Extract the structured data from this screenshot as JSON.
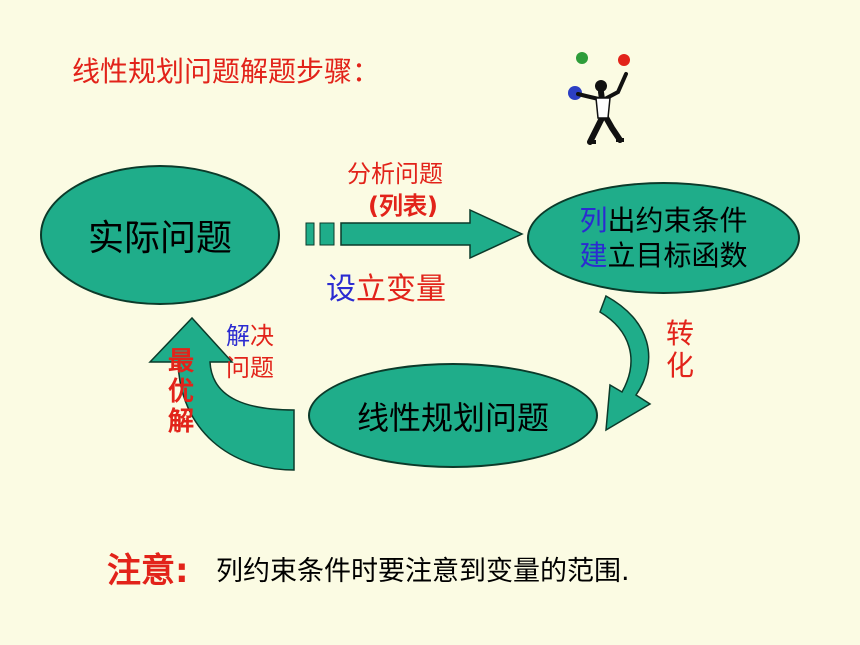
{
  "title": "线性规划问题解题步骤：",
  "nodes": {
    "actual": "实际问题",
    "constraints_line1_lead": "列",
    "constraints_line1_rest": "出约束条件",
    "constraints_line2_lead": "建",
    "constraints_line2_rest": "立目标函数",
    "lp": "线性规划问题"
  },
  "labels": {
    "analyze": "分析问题",
    "tabulate": "(列表)",
    "set_var_lead": "设",
    "set_var_rest": "立变量",
    "transform": "转化",
    "solve_lead": "解",
    "solve_rest1": "决",
    "solve_rest2": "问题",
    "optimal": "最优解"
  },
  "note": {
    "title": "注意:",
    "text": "列约束条件时要注意到变量的范围."
  },
  "colors": {
    "background": "#fbfbe3",
    "node_fill": "#1fad8a",
    "arrow_fill": "#1fad8a",
    "title_red": "#e2231a",
    "accent_blue": "#2b2bd1"
  },
  "icons": [
    "juggler-icon"
  ]
}
